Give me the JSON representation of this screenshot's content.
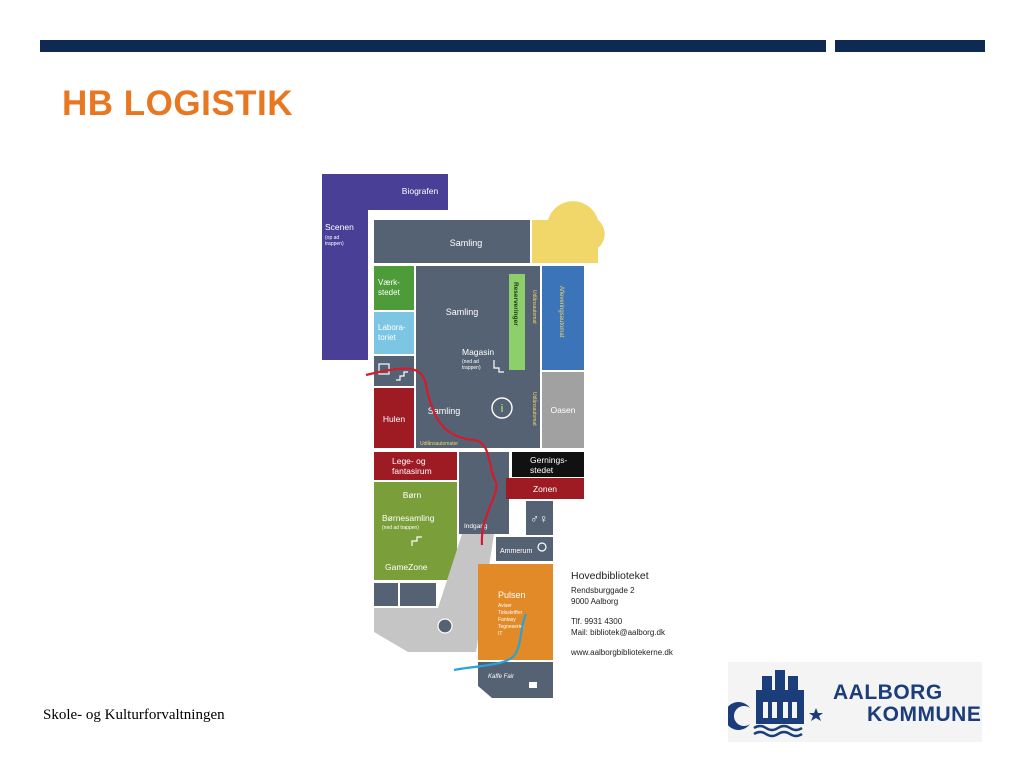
{
  "slide": {
    "title": "HB LOGISTIK",
    "footer": "Skole- og Kulturforvaltningen"
  },
  "map": {
    "biografen": "Biografen",
    "scenen": "Scenen",
    "scenen_note": [
      "(op ad",
      "trappen)"
    ],
    "samling_top": "Samling",
    "samling_mid": "Samling",
    "samling_low": "Samling",
    "vaerkstedet": [
      "Værk-",
      "stedet"
    ],
    "laboratoriet": [
      "Labora-",
      "toriet"
    ],
    "reserveringer": "Reserveringer",
    "udlaan_1": "Udlånsautomat",
    "afleveringsautomat": "Afleveringsautomat",
    "magasin": "Magasin",
    "magasin_note": [
      "(ned ad",
      "trappen)"
    ],
    "info_symbol": "i",
    "udlaan_2": "Udlånsautomat",
    "udlaan_3": "Udlånsautomater",
    "oasen": "Oasen",
    "hulen": "Hulen",
    "lege": [
      "Lege- og",
      "fantasirum"
    ],
    "gerningsstedet": [
      "Gernings-",
      "stedet"
    ],
    "zonen": "Zonen",
    "boern": "Børn",
    "boernesamling": "Børnesamling",
    "boernesamling_note": "(ned ad trappen)",
    "gamezone": "GameZone",
    "indgang": "Indgang",
    "ammerum": "Ammerum",
    "pulsen": "Pulsen",
    "pulsen_list": [
      "Aviser",
      "Tidsskrifter",
      "Fantasy",
      "Tegneserier",
      "IT"
    ],
    "kaffe": "Kaffe Fair"
  },
  "address": {
    "title": "Hovedbiblioteket",
    "street": "Rendsburggade 2",
    "city": "9000 Aalborg",
    "phone": "Tlf. 9931 4300",
    "mail": "Mail: bibliotek@aalborg.dk",
    "web": "www.aalborgbibliotekerne.dk"
  },
  "logo": {
    "line1": "AALBORG",
    "line2": "KOMMUNE"
  },
  "colors": {
    "accent_orange": "#e87722",
    "navy": "#0e2a52",
    "slate": "#556273",
    "purple": "#4a3f97",
    "green": "#4e9b3a",
    "dark_red": "#9e1b23",
    "yellow": "#f1d66a",
    "blue": "#3b74b9",
    "light_blue": "#7cc6e4",
    "grey": "#a1a1a1",
    "orange": "#e28a27"
  }
}
